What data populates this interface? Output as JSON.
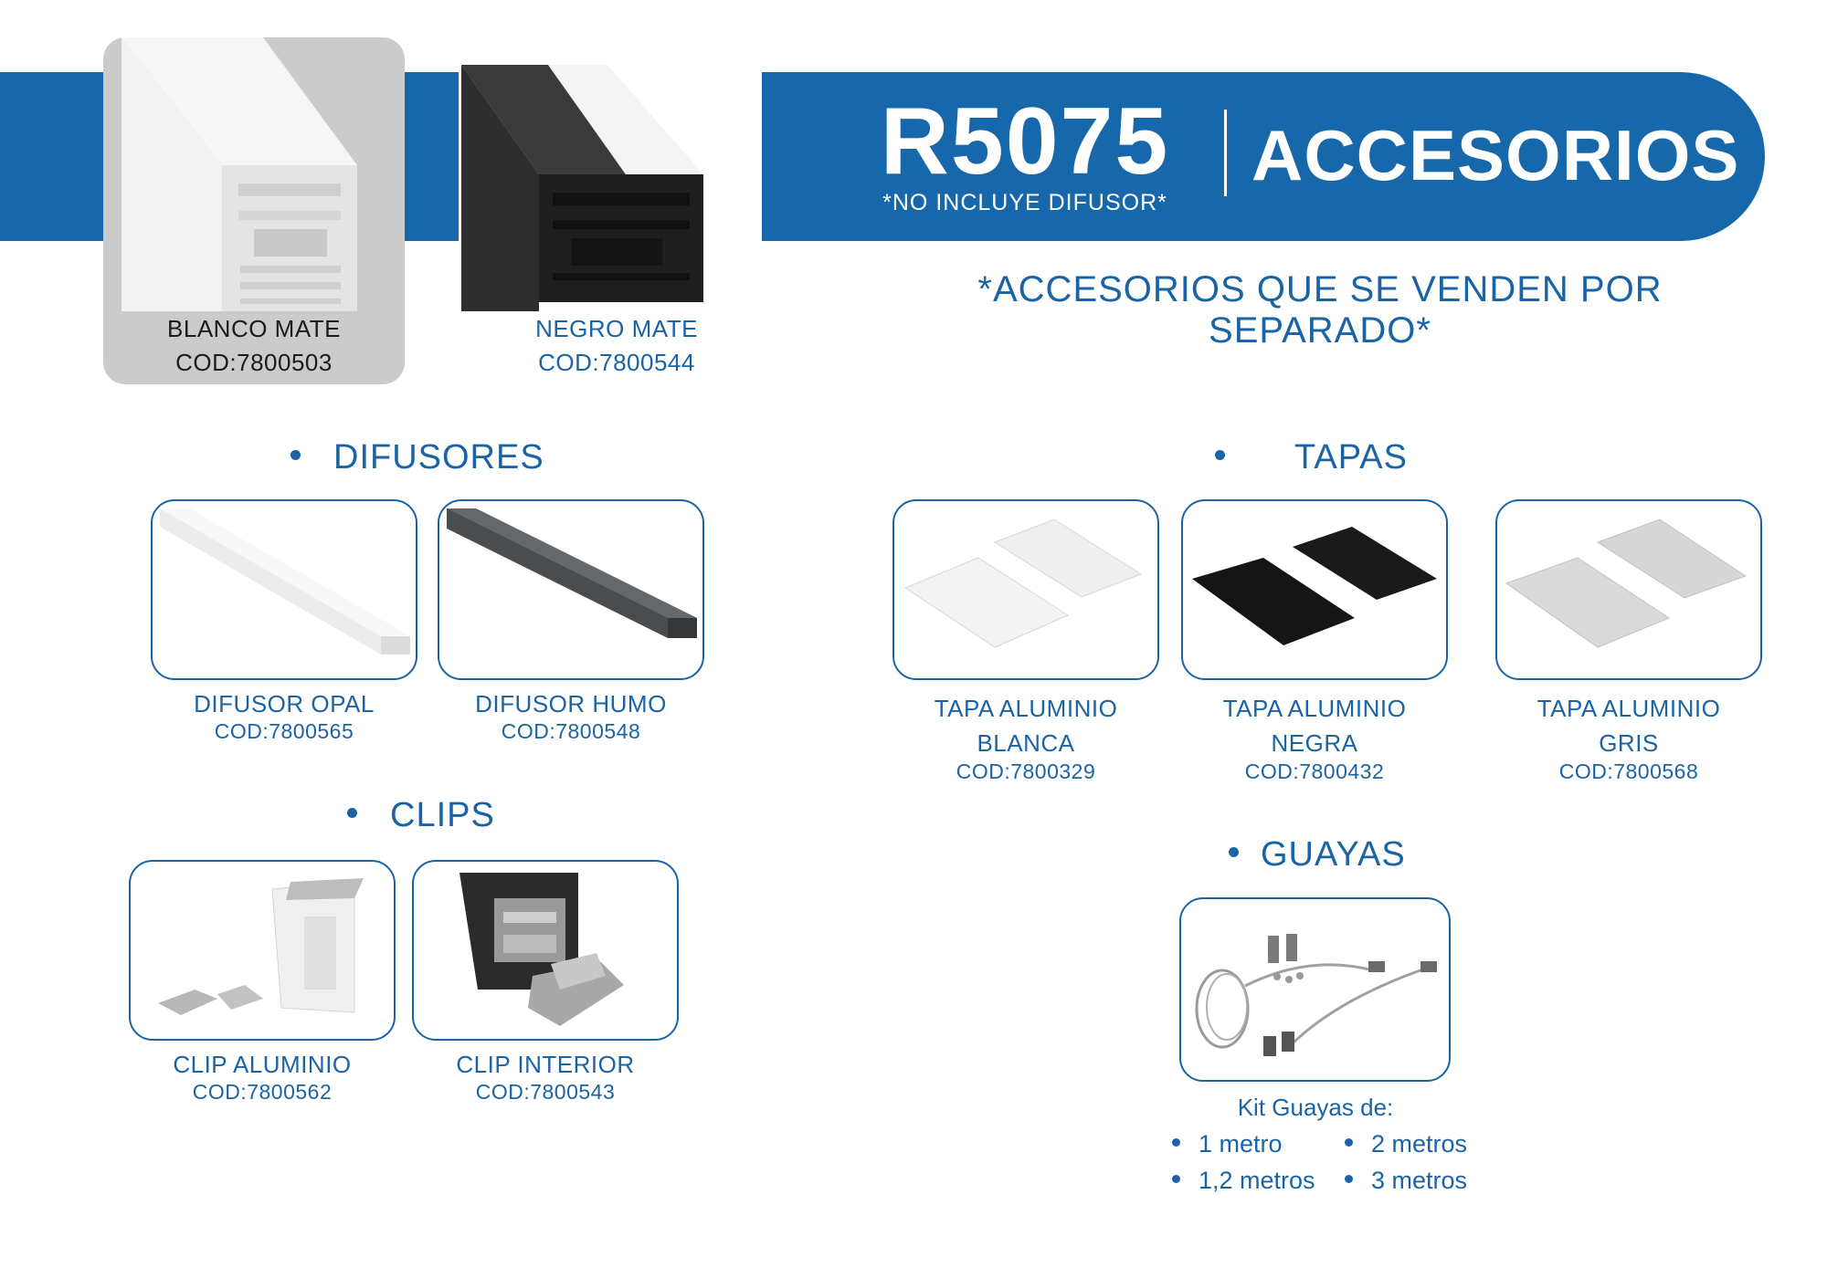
{
  "header": {
    "model": "R5075",
    "note": "*NO INCLUYE DIFUSOR*",
    "title": "ACCESORIOS",
    "subtitle": "*ACCESORIOS QUE SE VENDEN POR SEPARADO*"
  },
  "profiles": [
    {
      "name": "BLANCO MATE",
      "code": "COD:7800503"
    },
    {
      "name": "NEGRO MATE",
      "code": "COD:7800544"
    }
  ],
  "sections": {
    "difusores": "DIFUSORES",
    "clips": "CLIPS",
    "tapas": "TAPAS",
    "guayas": "GUAYAS"
  },
  "difusores": [
    {
      "name": "DIFUSOR OPAL",
      "code": "COD:7800565"
    },
    {
      "name": "DIFUSOR HUMO",
      "code": "COD:7800548"
    }
  ],
  "clips": [
    {
      "name": "CLIP ALUMINIO",
      "code": "COD:7800562"
    },
    {
      "name": "CLIP INTERIOR",
      "code": "COD:7800543"
    }
  ],
  "tapas": [
    {
      "line1": "TAPA ALUMINIO",
      "line2": "BLANCA",
      "code": "COD:7800329"
    },
    {
      "line1": "TAPA ALUMINIO",
      "line2": "NEGRA",
      "code": "COD:7800432"
    },
    {
      "line1": "TAPA ALUMINIO",
      "line2": "GRIS",
      "code": "COD:7800568"
    }
  ],
  "guayas": {
    "kit_title": "Kit Guayas de:",
    "options": [
      "1 metro",
      "2 metros",
      "1,2 metros",
      "3 metros"
    ]
  },
  "colors": {
    "brand_blue": "#1768ab",
    "card_gray": "#cbcbcb"
  }
}
